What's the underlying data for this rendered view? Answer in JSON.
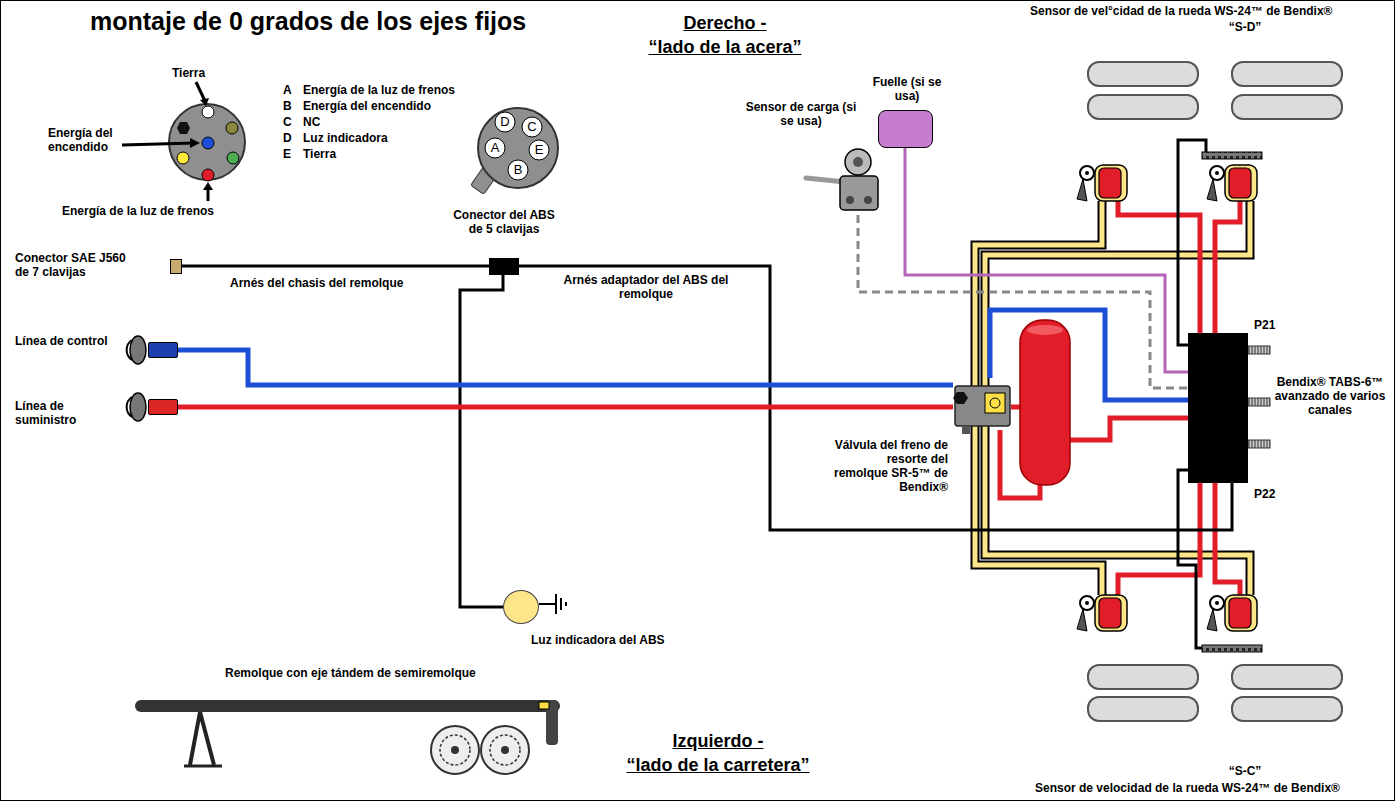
{
  "diagram": {
    "title": "montaje de 0 grados de los ejes fijos",
    "nodes": [
      {
        "text": [
          "Conector SAE J560 de 7 clavijas"
        ]
      },
      {
        "text": [
          "Conector del ABS de 5 clavijas"
        ]
      },
      {
        "text": [
          "Línea de control"
        ]
      },
      {
        "text": [
          "Línea de suministro"
        ]
      },
      {
        "text": [
          "Válvula del freno de resorte del remolque SR-5™ de Bendix®"
        ]
      },
      {
        "text": [
          "Bendix® TABS-6™ avanzado de varios canales"
        ]
      },
      {
        "text": [
          "Luz indicadora del ABS"
        ]
      },
      {
        "text": [
          "Fuelle (si se usa)"
        ]
      },
      {
        "text": [
          "Sensor de carga (si se usa)"
        ]
      }
    ],
    "edges": [
      {
        "from": 0,
        "to": 1,
        "arrow": "none",
        "label": "Arnés del chasis del remolque"
      },
      {
        "from": 1,
        "to": 5,
        "arrow": "none",
        "label": "Arnés adaptador del ABS del remolque"
      },
      {
        "from": 1,
        "to": 6,
        "arrow": "none"
      },
      {
        "from": 2,
        "to": 4,
        "arrow": "none"
      },
      {
        "from": 3,
        "to": 4,
        "arrow": "none"
      },
      {
        "from": 4,
        "to": 5,
        "arrow": "none"
      },
      {
        "from": 7,
        "to": 5,
        "arrow": "none"
      },
      {
        "from": 8,
        "to": 5,
        "arrow": "none"
      }
    ],
    "labels": [
      "Tierra",
      "Energía del encendido",
      "Energía de la luz de frenos",
      "A",
      "Energía de la luz de frenos",
      "B",
      "Energía del encendido",
      "C",
      "NC",
      "D",
      "Luz indicadora",
      "E",
      "Tierra",
      "D",
      "C",
      "A",
      "E",
      "B",
      "Derecho -",
      "“lado de la acera”",
      "Sensor de vel°cidad de la rueda WS-24™ de Bendix®",
      "“S-D”",
      "P21",
      "P22",
      "“S-C”",
      "Sensor de velocidad de la rueda WS-24™ de Bendix®",
      "Remolque con eje tándem de semiremolque",
      "Izquierdo -",
      "“lado de la carretera”"
    ]
  }
}
